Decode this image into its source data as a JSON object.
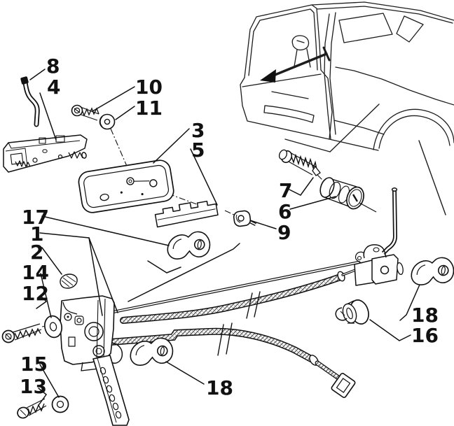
{
  "figure": {
    "type": "exploded-parts-diagram",
    "subject": "door-handle-and-lock-linkage",
    "background_color": "#ffffff",
    "ink_color": "#111111",
    "inset": {
      "name": "car-side-view-open-front-door",
      "marker": "bold-arrow-to-door-handle-area"
    }
  },
  "callouts": [
    {
      "label": "8",
      "name": "link-rod"
    },
    {
      "label": "4",
      "name": "exterior-handle"
    },
    {
      "label": "10",
      "name": "fixing-screw"
    },
    {
      "label": "11",
      "name": "washer-grommet"
    },
    {
      "label": "3",
      "name": "handle-gasket-frame"
    },
    {
      "label": "5",
      "name": "serrated-retainer-plate"
    },
    {
      "label": "7",
      "name": "cylinder-fixing-screw"
    },
    {
      "label": "6",
      "name": "lock-cylinder"
    },
    {
      "label": "9",
      "name": "grommet"
    },
    {
      "label": "17",
      "name": "rod-clip"
    },
    {
      "label": "1",
      "name": "door-latch-assembly"
    },
    {
      "label": "2",
      "name": "spring-clip-nut"
    },
    {
      "label": "14",
      "name": "washer"
    },
    {
      "label": "12",
      "name": "latch-screw"
    },
    {
      "label": "15",
      "name": "washer"
    },
    {
      "label": "13",
      "name": "lower-screw"
    },
    {
      "label": "18",
      "name": "rod-clip-bottom"
    },
    {
      "label": "18",
      "name": "rod-clip-right"
    },
    {
      "label": "16",
      "name": "bushing-grommet"
    }
  ]
}
